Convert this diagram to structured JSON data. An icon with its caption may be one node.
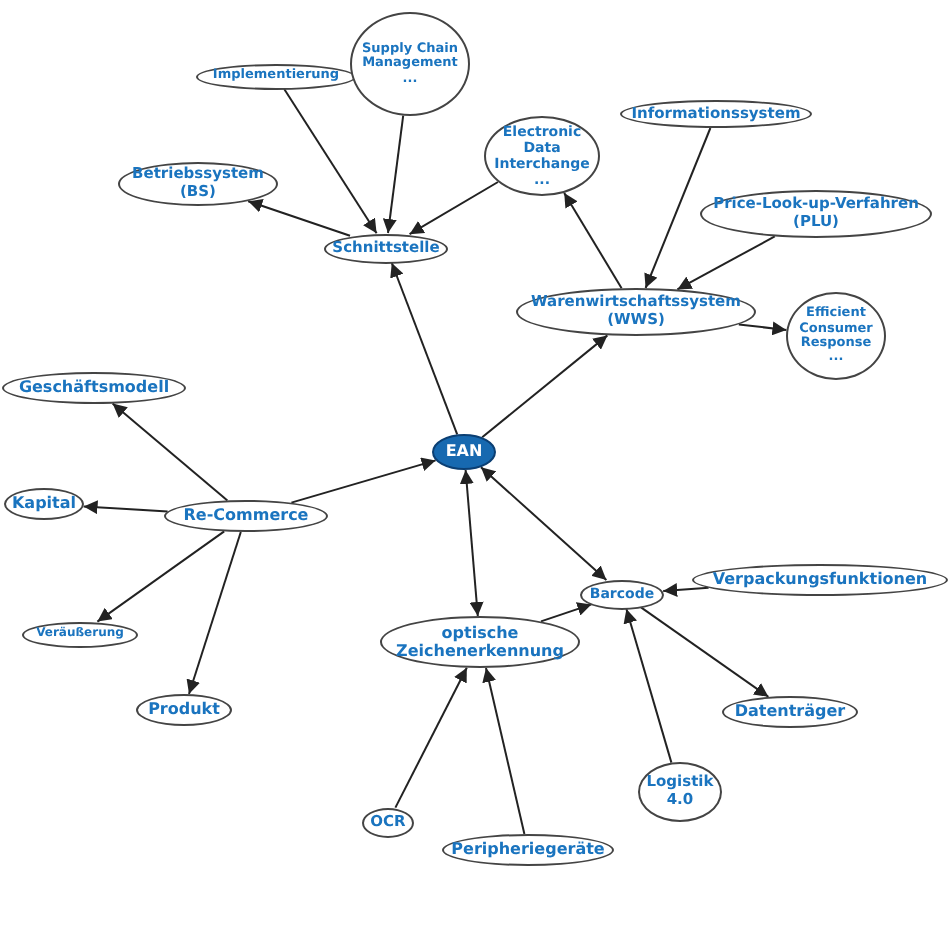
{
  "diagram": {
    "nodes": [
      {
        "text": [
          "EAN"
        ]
      },
      {
        "text": [
          "Schnittstelle"
        ]
      },
      {
        "text": [
          "Betriebssystem (BS)"
        ]
      },
      {
        "text": [
          "Implementierung"
        ]
      },
      {
        "text": [
          "Supply Chain Management ..."
        ]
      },
      {
        "text": [
          "Electronic Data Interchange ..."
        ]
      },
      {
        "text": [
          "Warenwirtschaftssystem (WWS)"
        ]
      },
      {
        "text": [
          "Informationssystem"
        ]
      },
      {
        "text": [
          "Price-Look-up-Verfahren (PLU)"
        ]
      },
      {
        "text": [
          "Efficient Consumer Response ..."
        ]
      },
      {
        "text": [
          "Re-Commerce"
        ]
      },
      {
        "text": [
          "Geschäftsmodell"
        ]
      },
      {
        "text": [
          "Kapital"
        ]
      },
      {
        "text": [
          "Veräußerung"
        ]
      },
      {
        "text": [
          "Produkt"
        ]
      },
      {
        "text": [
          "optische Zeichenerkennung"
        ]
      },
      {
        "text": [
          "Barcode"
        ]
      },
      {
        "text": [
          "Verpackungsfunktionen"
        ]
      },
      {
        "text": [
          "Datenträger"
        ]
      },
      {
        "text": [
          "Logistik 4.0"
        ]
      },
      {
        "text": [
          "OCR"
        ]
      },
      {
        "text": [
          "Peripheriegeräte"
        ]
      }
    ],
    "edges": [
      {
        "from": 0,
        "to": 1,
        "arrow": "to"
      },
      {
        "from": 1,
        "to": 2,
        "arrow": "to"
      },
      {
        "from": 3,
        "to": 1,
        "arrow": "to"
      },
      {
        "from": 4,
        "to": 1,
        "arrow": "to"
      },
      {
        "from": 5,
        "to": 1,
        "arrow": "to"
      },
      {
        "from": 6,
        "to": 5,
        "arrow": "to"
      },
      {
        "from": 7,
        "to": 6,
        "arrow": "to"
      },
      {
        "from": 8,
        "to": 6,
        "arrow": "to"
      },
      {
        "from": 6,
        "to": 9,
        "arrow": "to"
      },
      {
        "from": 0,
        "to": 6,
        "arrow": "to"
      },
      {
        "from": 10,
        "to": 0,
        "arrow": "to"
      },
      {
        "from": 10,
        "to": 11,
        "arrow": "to"
      },
      {
        "from": 10,
        "to": 12,
        "arrow": "to"
      },
      {
        "from": 10,
        "to": 13,
        "arrow": "to"
      },
      {
        "from": 10,
        "to": 14,
        "arrow": "to"
      },
      {
        "from": 0,
        "to": 15,
        "arrow": "both"
      },
      {
        "from": 0,
        "to": 16,
        "arrow": "both"
      },
      {
        "from": 15,
        "to": 16,
        "arrow": "to"
      },
      {
        "from": 17,
        "to": 16,
        "arrow": "to"
      },
      {
        "from": 16,
        "to": 18,
        "arrow": "to"
      },
      {
        "from": 19,
        "to": 16,
        "arrow": "to"
      },
      {
        "from": 20,
        "to": 15,
        "arrow": "to"
      },
      {
        "from": 21,
        "to": 15,
        "arrow": "to"
      }
    ]
  }
}
